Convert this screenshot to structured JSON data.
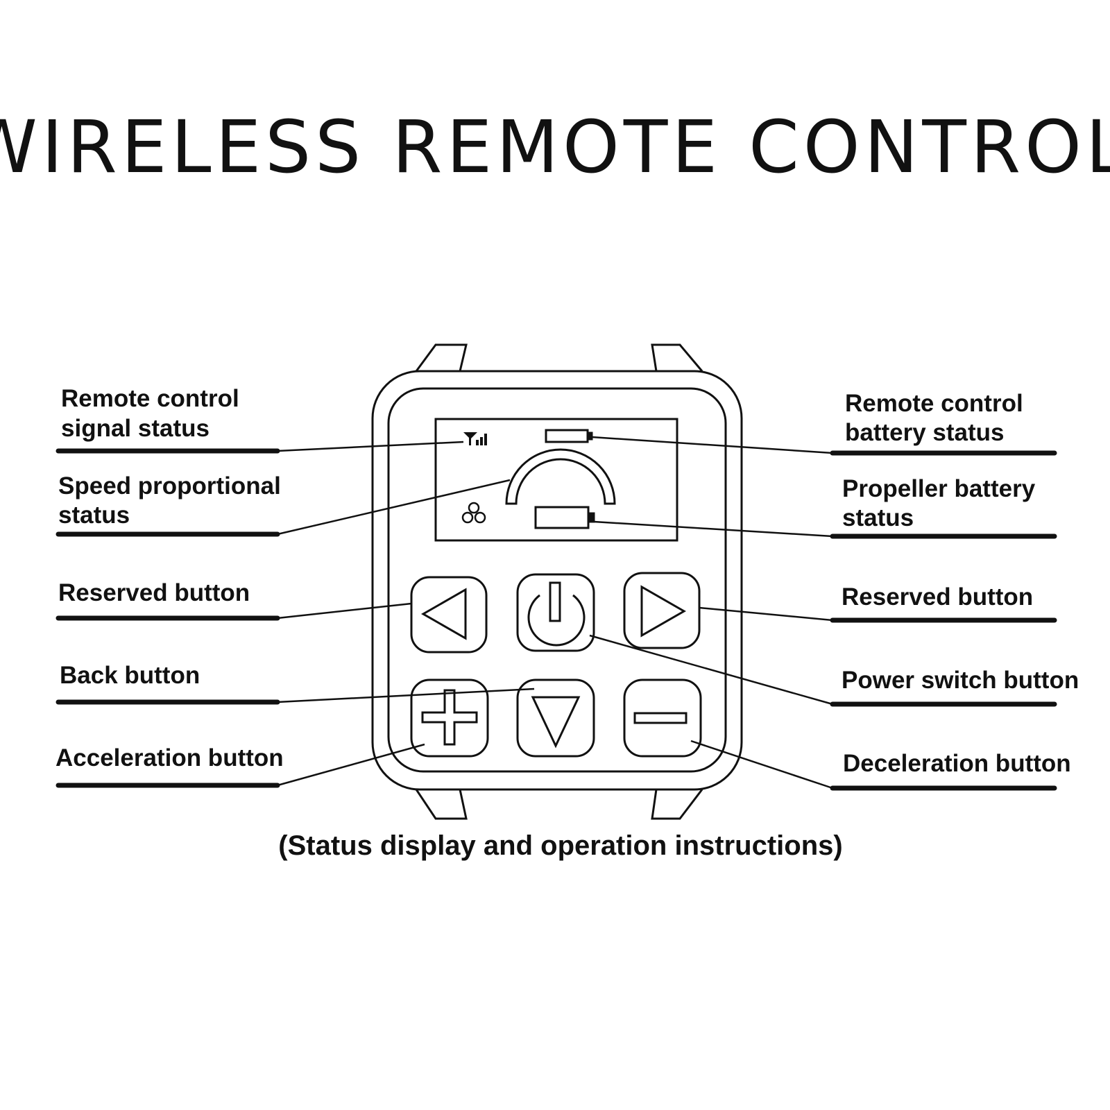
{
  "title": "WIRELESS REMOTE CONTROL",
  "caption": "(Status display and operation instructions)",
  "labels_left": {
    "signal": [
      "Remote control",
      "signal status"
    ],
    "speed": [
      "Speed proportional",
      "status"
    ],
    "reserved": [
      "Reserved button"
    ],
    "back": [
      "Back button"
    ],
    "accel": [
      "Acceleration button"
    ]
  },
  "labels_right": {
    "rc_battery": [
      "Remote control",
      "battery status"
    ],
    "prop_battery": [
      "Propeller battery",
      "status"
    ],
    "reserved": [
      "Reserved button"
    ],
    "power": [
      "Power switch button"
    ],
    "decel": [
      "Deceleration button"
    ]
  },
  "colors": {
    "ink": "#111111",
    "background": "#ffffff"
  },
  "icons": [
    "signal-icon",
    "battery-icon",
    "speed-arc-icon",
    "fan-icon",
    "propeller-battery-icon",
    "left-arrow-icon",
    "power-icon",
    "right-arrow-icon",
    "plus-icon",
    "down-arrow-icon",
    "minus-icon"
  ]
}
